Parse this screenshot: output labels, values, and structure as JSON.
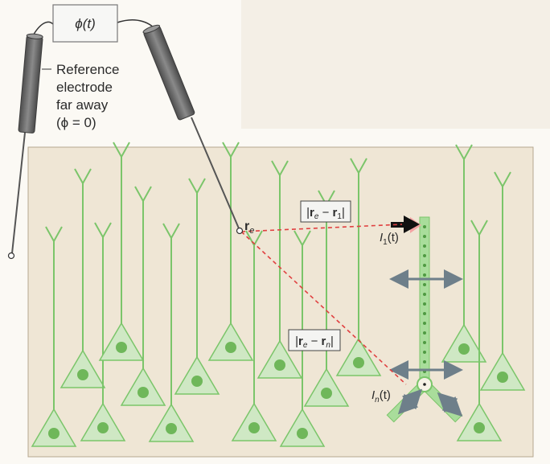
{
  "potential_box": {
    "text": "ϕ(t)"
  },
  "reference_electrode": {
    "line1": "Reference",
    "line2": "electrode",
    "line3": "far away",
    "line4": "(ϕ = 0)"
  },
  "recording_site": {
    "label_bold": "r",
    "label_sub": "e"
  },
  "distance_box_1": {
    "pre": "|",
    "r1": "r",
    "sub1": "e",
    "minus": " − ",
    "r2": "r",
    "sub2": "1",
    "post": "|"
  },
  "distance_box_n": {
    "pre": "|",
    "r1": "r",
    "sub1": "e",
    "minus": " − ",
    "r2": "r",
    "sub2": "n",
    "post": "|"
  },
  "current_1": {
    "main": "I",
    "sub": "1",
    "rest": "(t)"
  },
  "current_n": {
    "main": "I",
    "sub": "n",
    "rest": "(t)"
  },
  "colors": {
    "tissue": "#efe6d5",
    "neuron_fill": "#cfe8c4",
    "neuron_stroke": "#7bc56a",
    "nucleus": "#6fb75a",
    "electrode": "#6f6f6f",
    "dashed": "#e04040",
    "arrow": "#6e7f8a"
  }
}
